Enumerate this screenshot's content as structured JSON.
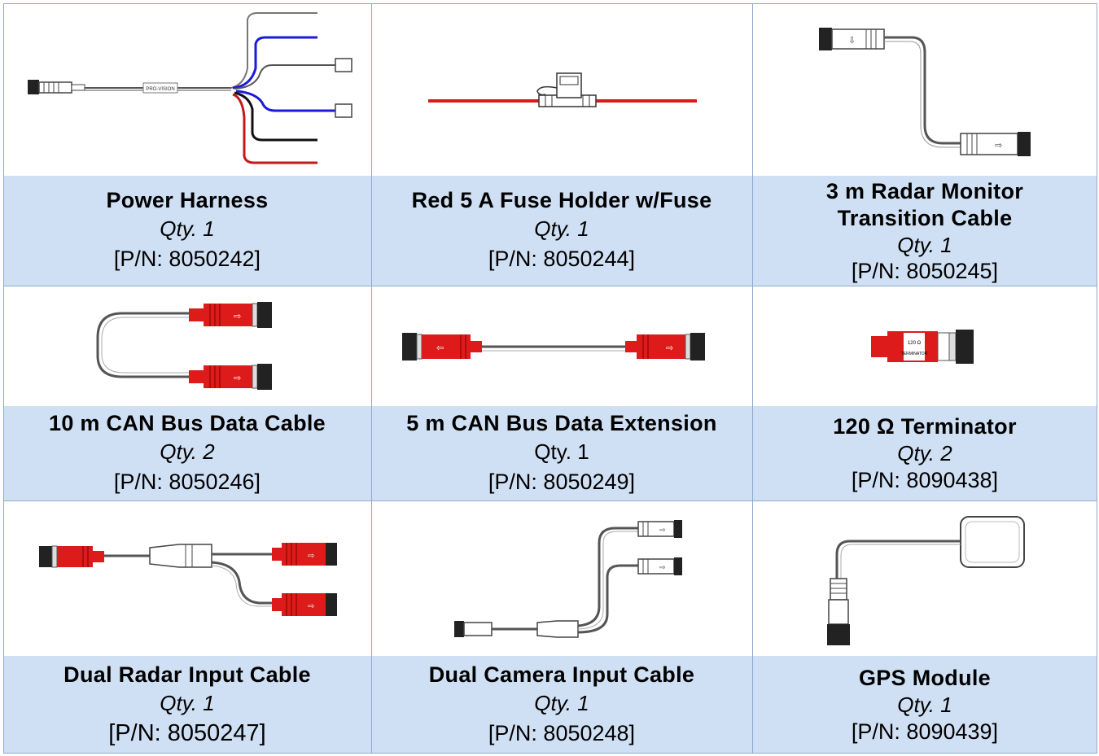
{
  "colors": {
    "caption_bg": "#d0e0f4",
    "grid_line": "#8ea9cf",
    "connector_red": "#dd1b1b",
    "cable_blue": "#1a1adb"
  },
  "products": [
    {
      "name": "Power Harness",
      "qty": "Qty. 1",
      "pn": "[P/N: 8050242]",
      "icon": "power-harness-icon"
    },
    {
      "name": "Red 5 A Fuse Holder w/Fuse",
      "qty": "Qty. 1",
      "pn": "[P/N: 8050244]",
      "icon": "fuse-holder-icon"
    },
    {
      "name": "3 m Radar Monitor Transition Cable",
      "qty": "Qty. 1",
      "pn": "[P/N: 8050245]",
      "icon": "transition-cable-icon"
    },
    {
      "name": "10 m CAN Bus Data Cable",
      "qty": "Qty. 2",
      "pn": "[P/N: 8050246]",
      "icon": "can-bus-cable-icon"
    },
    {
      "name": "5 m CAN Bus Data Extension",
      "qty": "Qty. 1",
      "pn": "[P/N: 8050249]",
      "icon": "can-bus-extension-icon"
    },
    {
      "name": "120 Ω Terminator",
      "qty": "Qty. 2",
      "pn": "[P/N: 8090438]",
      "icon": "terminator-icon"
    },
    {
      "name": "Dual Radar Input Cable",
      "qty": "Qty. 1",
      "pn": "[P/N: 8050247]",
      "icon": "dual-radar-cable-icon"
    },
    {
      "name": "Dual Camera Input Cable",
      "qty": "Qty. 1",
      "pn": "[P/N: 8050248]",
      "icon": "dual-camera-cable-icon"
    },
    {
      "name": "GPS Module",
      "qty": "Qty. 1",
      "pn": "[P/N: 8090439]",
      "icon": "gps-module-icon"
    }
  ],
  "labels": {
    "harness_brand": "PRO-VISION",
    "terminator_mark": "120 Ω",
    "terminator_text": "TERMINATOR"
  }
}
